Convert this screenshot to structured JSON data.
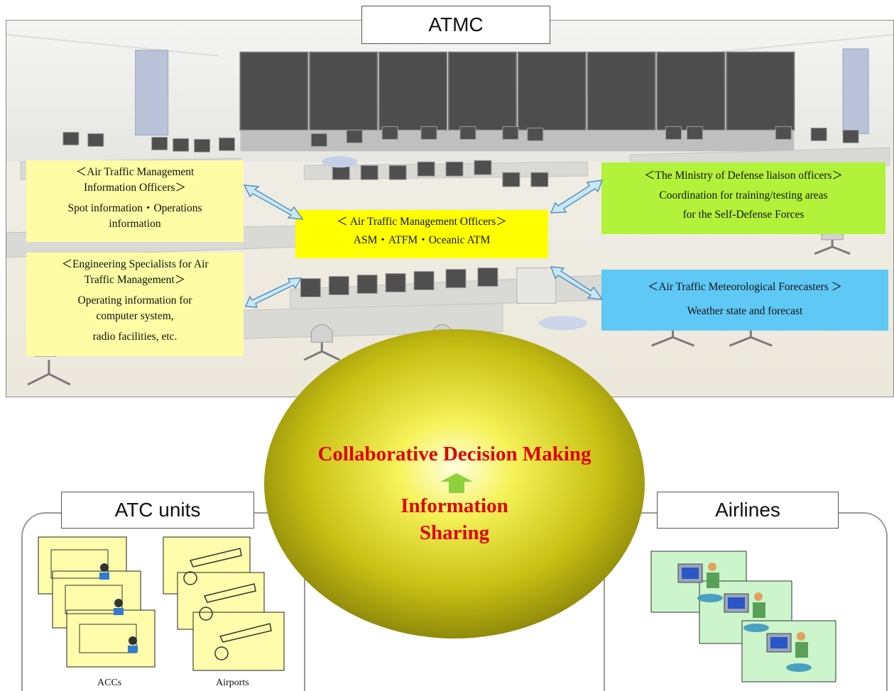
{
  "atmc": {
    "title": "ATMC"
  },
  "roles": {
    "info_officers": {
      "title_line1": "＜Air Traffic Management",
      "title_line2": "Information Officers＞",
      "desc_line1": "Spot information・Operations",
      "desc_line2": "information"
    },
    "engineering": {
      "title_line1": "＜Engineering Specialists for Air",
      "title_line2": "Traffic Management＞",
      "desc_line1": "Operating information for",
      "desc_line2": "computer system,",
      "desc_line3": "radio facilities, etc."
    },
    "atm_officers": {
      "title": "＜ Air Traffic Management Officers＞",
      "desc": "ASM・ATFM・Oceanic ATM"
    },
    "defense": {
      "title": "＜The Ministry of Defense liaison officers＞",
      "desc_line1": "Coordination for training/testing areas",
      "desc_line2": "for the Self-Defense Forces"
    },
    "meteorological": {
      "title": "＜Air Traffic Meteorological Forecasters ＞",
      "desc": "Weather state and forecast"
    }
  },
  "center": {
    "line1": "Collaborative Decision Making",
    "line2": "Information",
    "line3": "Sharing"
  },
  "atc_units": {
    "title": "ATC units",
    "label_left": "ACCs",
    "label_right": "Airports"
  },
  "airlines": {
    "title": "Airlines"
  },
  "colors": {
    "light_yellow": "#fefca4",
    "yellow": "#ffff00",
    "green": "#b3f23a",
    "blue": "#5fc8f5",
    "red_text": "#e00000",
    "arrow_blue": "#c8e8f8",
    "up_arrow_green": "#8fd13a"
  }
}
